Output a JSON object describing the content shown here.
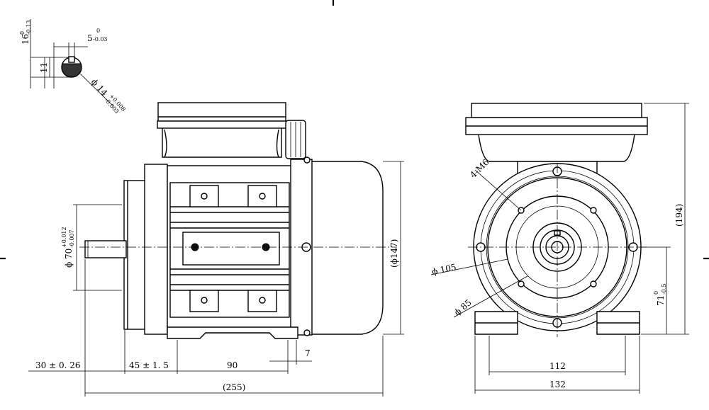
{
  "shaft_section": {
    "key_width": "5",
    "key_width_tol_upper": "0",
    "key_width_tol_lower": "-0.03",
    "key_height": "16",
    "key_height_tol_upper": "0",
    "key_height_tol_lower": "-0.13",
    "depth": "11",
    "shaft_dia": "ϕ 14",
    "shaft_dia_tol_upper": "+0.008",
    "shaft_dia_tol_lower": "-0.003"
  },
  "side_view": {
    "spigot_dia": "ϕ 70",
    "spigot_tol_upper": "+0.012",
    "spigot_tol_lower": "-0.007",
    "body_dia": "(ϕ147)",
    "shaft_length": "30 ± 0. 26",
    "foot_offset": "45 ± 1. 5",
    "foot_spacing": "90",
    "foot_thickness": "7",
    "overall_length": "(255)"
  },
  "end_view": {
    "bolt_label": "4-M6",
    "pcd_large": "ϕ 105",
    "pcd_small": "ϕ 85",
    "overall_height": "(194)",
    "center_height": "71",
    "center_height_tol_upper": "0",
    "center_height_tol_lower": "-0.5",
    "foot_hole_spacing": "112",
    "foot_width": "132"
  }
}
